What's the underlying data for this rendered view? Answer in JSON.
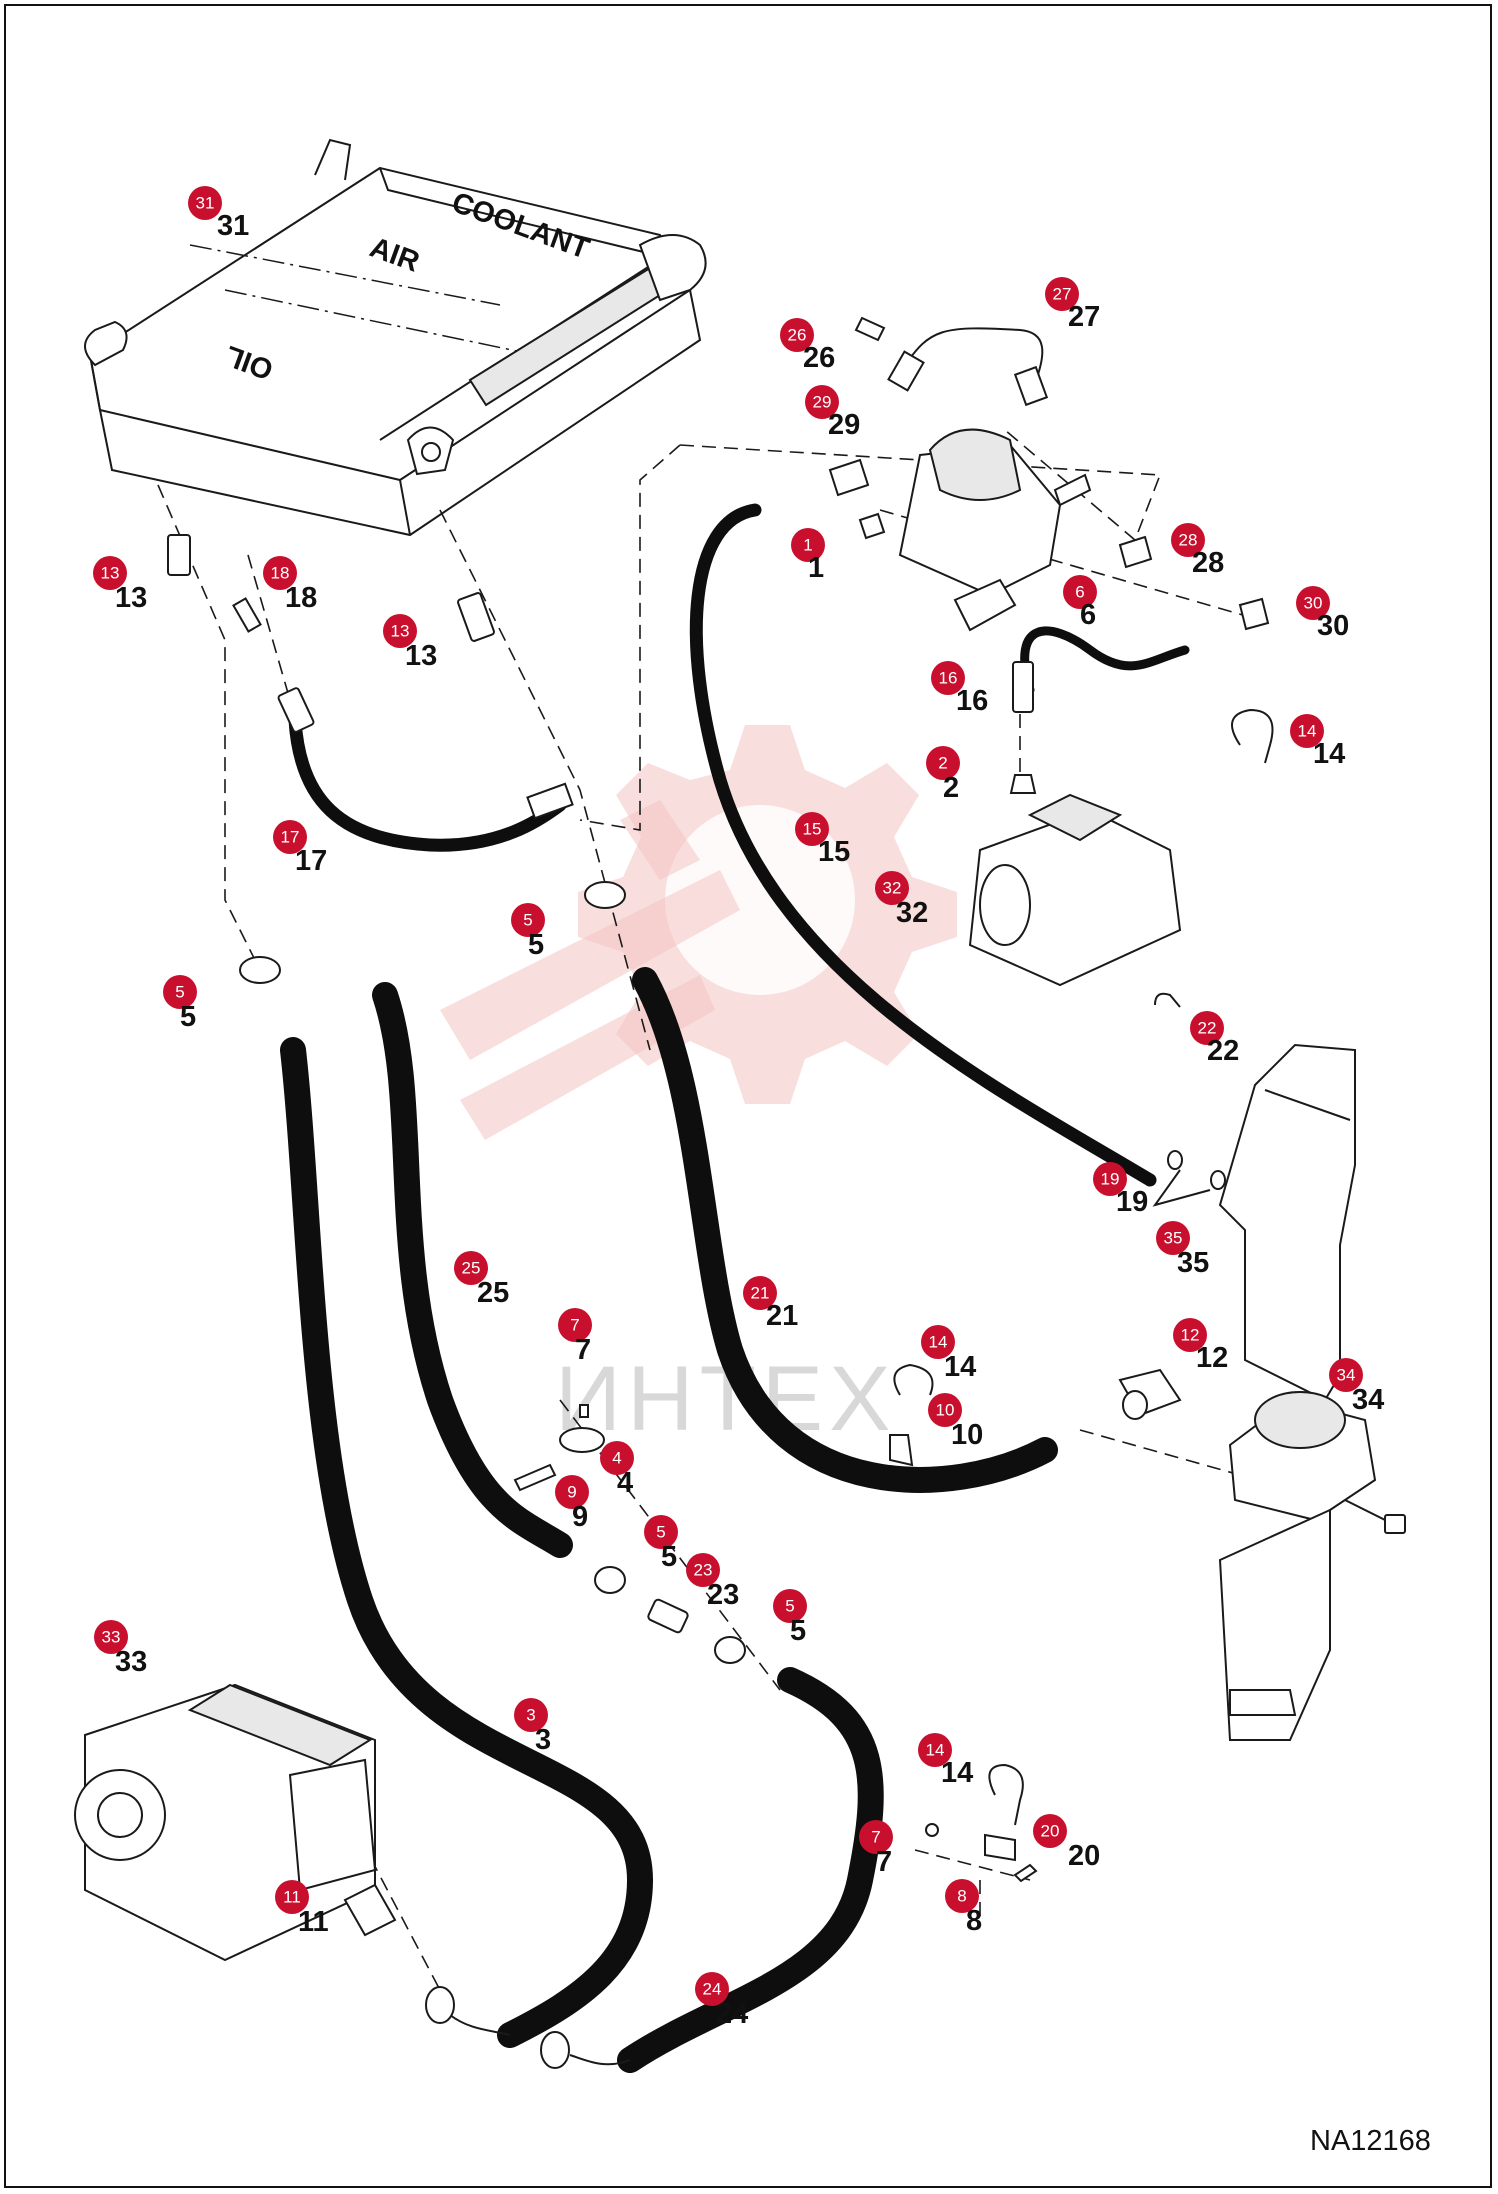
{
  "drawing_code": "NA12168",
  "watermark": {
    "text": "ИНТЕХ",
    "accent": "#f4c2c2"
  },
  "badge_color": "#c8102e",
  "callouts": [
    {
      "id": "c31",
      "num": "31"
    },
    {
      "id": "c27",
      "num": "27"
    },
    {
      "id": "c26",
      "num": "26"
    },
    {
      "id": "c29",
      "num": "29"
    },
    {
      "id": "c1",
      "num": "1"
    },
    {
      "id": "c28",
      "num": "28"
    },
    {
      "id": "c6",
      "num": "6"
    },
    {
      "id": "c30",
      "num": "30"
    },
    {
      "id": "c13a",
      "num": "13"
    },
    {
      "id": "c18",
      "num": "18"
    },
    {
      "id": "c13b",
      "num": "13"
    },
    {
      "id": "c16",
      "num": "16"
    },
    {
      "id": "c14a",
      "num": "14"
    },
    {
      "id": "c2",
      "num": "2"
    },
    {
      "id": "c17",
      "num": "17"
    },
    {
      "id": "c15",
      "num": "15"
    },
    {
      "id": "c32",
      "num": "32"
    },
    {
      "id": "c5a",
      "num": "5"
    },
    {
      "id": "c5b",
      "num": "5"
    },
    {
      "id": "c22",
      "num": "22"
    },
    {
      "id": "c19",
      "num": "19"
    },
    {
      "id": "c35",
      "num": "35"
    },
    {
      "id": "c25",
      "num": "25"
    },
    {
      "id": "c21",
      "num": "21"
    },
    {
      "id": "c7a",
      "num": "7"
    },
    {
      "id": "c14b",
      "num": "14"
    },
    {
      "id": "c12",
      "num": "12"
    },
    {
      "id": "c34",
      "num": "34"
    },
    {
      "id": "c10",
      "num": "10"
    },
    {
      "id": "c4",
      "num": "4"
    },
    {
      "id": "c9",
      "num": "9"
    },
    {
      "id": "c5c",
      "num": "5"
    },
    {
      "id": "c23",
      "num": "23"
    },
    {
      "id": "c5d",
      "num": "5"
    },
    {
      "id": "c33",
      "num": "33"
    },
    {
      "id": "c3",
      "num": "3"
    },
    {
      "id": "c14c",
      "num": "14"
    },
    {
      "id": "c20",
      "num": "20"
    },
    {
      "id": "c7b",
      "num": "7"
    },
    {
      "id": "c8",
      "num": "8"
    },
    {
      "id": "c11",
      "num": "11"
    },
    {
      "id": "c24",
      "num": "24"
    }
  ],
  "cooler_labels": {
    "coolant": "COOLANT",
    "air": "AIR",
    "oil": "OIL"
  }
}
